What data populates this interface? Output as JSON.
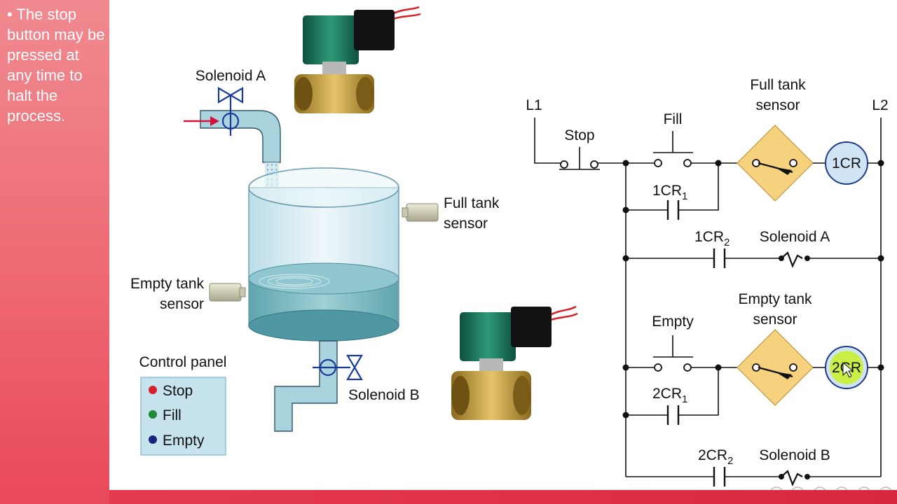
{
  "sidebar": {
    "bullet": "• The stop button may be pressed at any time to halt the process."
  },
  "tank": {
    "solenoid_a": "Solenoid A",
    "solenoid_b": "Solenoid B",
    "full_sensor_1": "Full tank",
    "full_sensor_2": "sensor",
    "empty_sensor_1": "Empty tank",
    "empty_sensor_2": "sensor",
    "control_panel": {
      "title": "Control panel",
      "items": [
        {
          "label": "Stop",
          "color": "#d8202c"
        },
        {
          "label": "Fill",
          "color": "#1f8a3c"
        },
        {
          "label": "Empty",
          "color": "#1a237e"
        }
      ]
    }
  },
  "ladder": {
    "l1": "L1",
    "l2": "L2",
    "stop": "Stop",
    "fill": "Fill",
    "full_sensor_1": "Full tank",
    "full_sensor_2": "sensor",
    "coil1": "1CR",
    "cr1_1": "1CR",
    "cr1_1_sub": "1",
    "cr1_2": "1CR",
    "cr1_2_sub": "2",
    "solenoid_a": "Solenoid A",
    "empty": "Empty",
    "empty_sensor_1": "Empty tank",
    "empty_sensor_2": "sensor",
    "coil2": "2CR",
    "cr2_1": "2CR",
    "cr2_1_sub": "1",
    "cr2_2": "2CR",
    "cr2_2_sub": "2",
    "solenoid_b": "Solenoid B"
  },
  "colors": {
    "accent": "#e9495a",
    "water": "#a9d4de",
    "coil": "#cfe4f4",
    "coil_active": "#c8ef3a",
    "sensor_diamond": "#f6d27f"
  },
  "icons": [
    "solenoid-valve-a-icon",
    "solenoid-valve-b-icon",
    "mouse-cursor-icon"
  ],
  "nav_controls": [
    "more",
    "zoom",
    "copy",
    "pen",
    "previous",
    "next"
  ]
}
